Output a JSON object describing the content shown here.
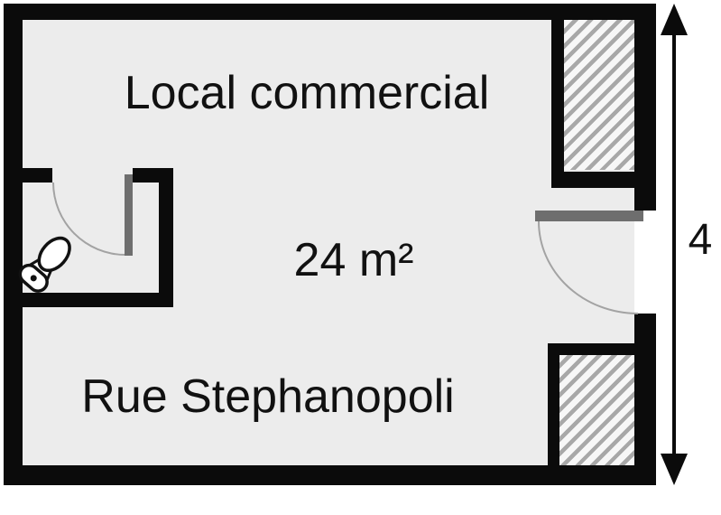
{
  "plan": {
    "room_label": "Local commercial",
    "area_label": "24 m²",
    "street_label": "Rue Stephanopoli",
    "dimension": {
      "value": "4",
      "orientation": "vertical"
    }
  },
  "icons": {
    "toilet": "toilet-icon",
    "dimension_arrow": "double-arrow-vertical-icon"
  },
  "colors": {
    "wall": "#0b0b0b",
    "floor": "#ececec",
    "door_leaf": "#6e6e6e",
    "door_arc": "#a3a3a3",
    "hatch_line": "#a8a8a8",
    "hatch_bg": "#f7f7f7",
    "background": "#ffffff"
  }
}
